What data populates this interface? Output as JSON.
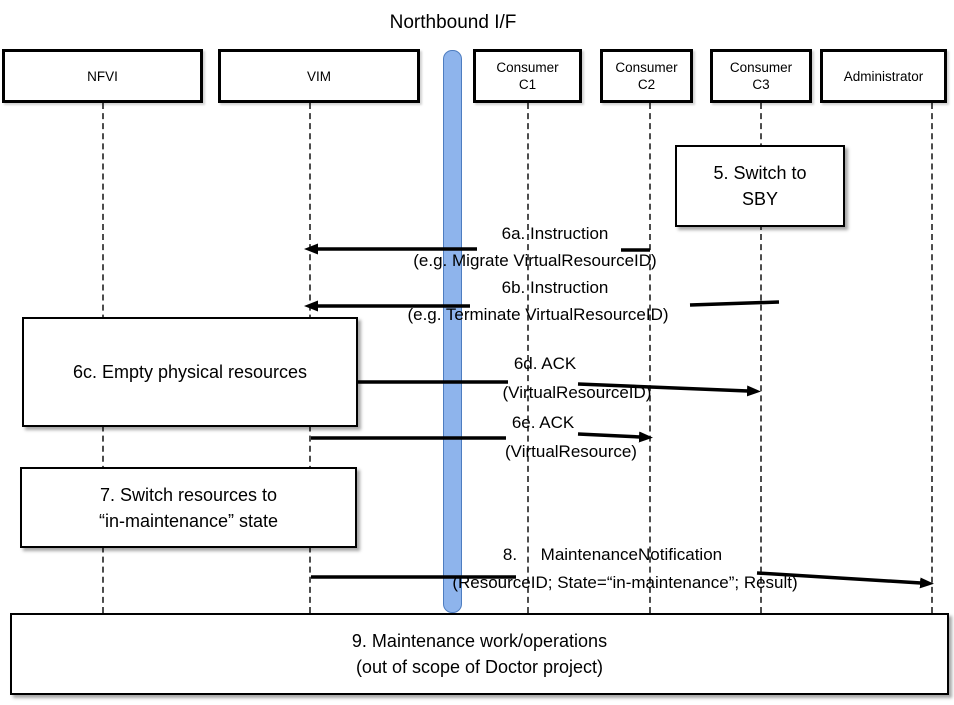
{
  "title": "Northbound I/F",
  "actors": {
    "nfvi": {
      "label": "NFVI"
    },
    "vim": {
      "label": "VIM"
    },
    "c1": {
      "line1": "Consumer",
      "line2": "C1"
    },
    "c2": {
      "line1": "Consumer",
      "line2": "C2"
    },
    "c3": {
      "line1": "Consumer",
      "line2": "C3"
    },
    "admin": {
      "label": "Administrator"
    }
  },
  "notes": {
    "n5": {
      "line1": "5. Switch to",
      "line2": "SBY"
    },
    "n6c": {
      "line1": "6c. Empty physical resources"
    },
    "n7": {
      "line1": "7. Switch resources to",
      "line2": "“in-maintenance” state"
    },
    "n9": {
      "line1": "9. Maintenance work/operations",
      "line2": "(out of scope of Doctor project)"
    }
  },
  "messages": {
    "m6a": {
      "label": "6a. Instruction",
      "detail": "(e.g. Migrate VirtualResourceID)",
      "from": "Consumer C2",
      "to": "VIM"
    },
    "m6b": {
      "label": "6b. Instruction",
      "detail": "(e.g. Terminate VirtualResourceID)",
      "from": "Consumer C3",
      "to": "VIM"
    },
    "m6d": {
      "label": "6d. ACK",
      "detail": "(VirtualResourceID)",
      "from": "VIM",
      "to": "Consumer C3"
    },
    "m6e": {
      "label": "6e. ACK",
      "detail": "(VirtualResource)",
      "from": "VIM",
      "to": "Consumer C2"
    },
    "m8": {
      "label": "8.     MaintenanceNotification",
      "detail": "(ResourceID; State=“in-maintenance”; Result)",
      "from": "VIM",
      "to": "Administrator"
    }
  },
  "colors": {
    "bar_fill": "#8EB4EC",
    "bar_border": "#4E7DC0",
    "arrow": "#000000",
    "lifeline": "#4D4D4D"
  }
}
